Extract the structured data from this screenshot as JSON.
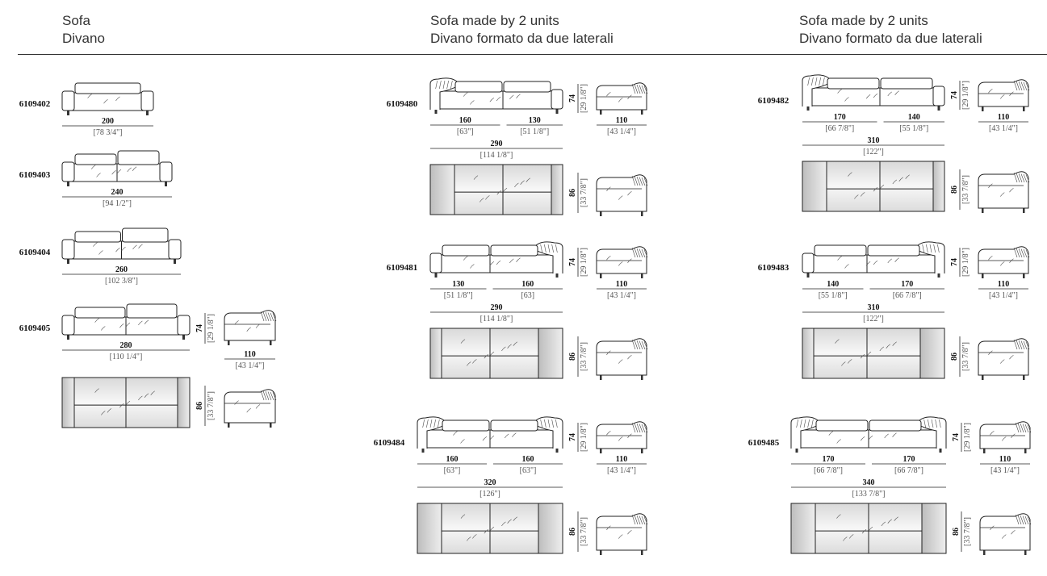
{
  "sections": [
    {
      "title": "Sofa",
      "subtitle": "Divano"
    },
    {
      "title": "Sofa made by 2 units",
      "subtitle": "Divano formato da due laterali"
    },
    {
      "title": "Sofa made by 2 units",
      "subtitle": "Divano formato da due laterali"
    }
  ],
  "depth": {
    "seat": "110",
    "seat_in": "[43 1/4\"]",
    "height_low": "74",
    "height_low_in": "[29 1/8\"]",
    "height_high": "86",
    "height_high_in": "[33 7/8\"]"
  },
  "models": [
    {
      "code": "6109402",
      "width": "200",
      "width_in": "[78 3/4\"]"
    },
    {
      "code": "6109403",
      "width": "240",
      "width_in": "[94 1/2\"]"
    },
    {
      "code": "6109404",
      "width": "260",
      "width_in": "[102 3/8\"]"
    },
    {
      "code": "6109405",
      "width": "280",
      "width_in": "[110 1/4\"]"
    },
    {
      "code": "6109480",
      "units": [
        {
          "w": "160",
          "in": "[63\"]"
        },
        {
          "w": "130",
          "in": "[51 1/8\"]"
        }
      ],
      "width": "290",
      "width_in": "[114 1/8\"]"
    },
    {
      "code": "6109481",
      "units": [
        {
          "w": "130",
          "in": "[51 1/8\"]"
        },
        {
          "w": "160",
          "in": "[63]"
        }
      ],
      "width": "290",
      "width_in": "[114 1/8\"]"
    },
    {
      "code": "6109484",
      "units": [
        {
          "w": "160",
          "in": "[63\"]"
        },
        {
          "w": "160",
          "in": "[63\"]"
        }
      ],
      "width": "320",
      "width_in": "[126\"]"
    },
    {
      "code": "6109482",
      "units": [
        {
          "w": "170",
          "in": "[66 7/8\"]"
        },
        {
          "w": "140",
          "in": "[55 1/8\"]"
        }
      ],
      "width": "310",
      "width_in": "[122\"]"
    },
    {
      "code": "6109483",
      "units": [
        {
          "w": "140",
          "in": "[55 1/8\"]"
        },
        {
          "w": "170",
          "in": "[66 7/8\"]"
        }
      ],
      "width": "310",
      "width_in": "[122\"]"
    },
    {
      "code": "6109485",
      "units": [
        {
          "w": "170",
          "in": "[66 7/8\"]"
        },
        {
          "w": "170",
          "in": "[66 7/8\"]"
        }
      ],
      "width": "340",
      "width_in": "[133  7/8\"]"
    }
  ]
}
